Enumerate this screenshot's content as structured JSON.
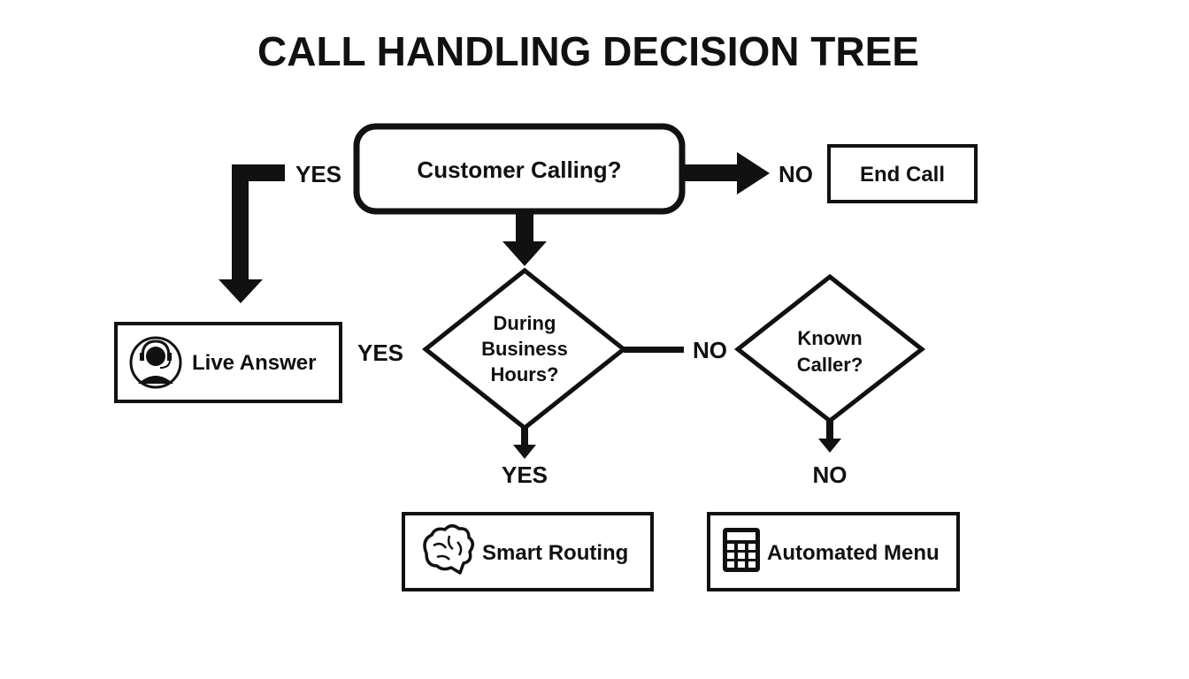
{
  "title": "CALL HANDLING DECISION TREE",
  "nodes": {
    "start": {
      "label": "Customer Calling?"
    },
    "end_call": {
      "label": "End Call"
    },
    "business_hours": {
      "lines": [
        "During",
        "Business",
        "Hours?"
      ]
    },
    "known_caller": {
      "lines": [
        "Known",
        "Caller?"
      ]
    },
    "live_answer": {
      "label": "Live Answer",
      "icon": "headset-agent-icon"
    },
    "smart_routing": {
      "label": "Smart Routing",
      "icon": "brain-icon"
    },
    "automated_menu": {
      "label": "Automated Menu",
      "icon": "keypad-icon"
    }
  },
  "branches": {
    "start_yes": "YES",
    "start_no": "NO",
    "hours_yes_left": "YES",
    "hours_no": "NO",
    "hours_yes_down": "YES",
    "known_no": "NO"
  },
  "colors": {
    "ink": "#111111",
    "background": "#ffffff"
  }
}
